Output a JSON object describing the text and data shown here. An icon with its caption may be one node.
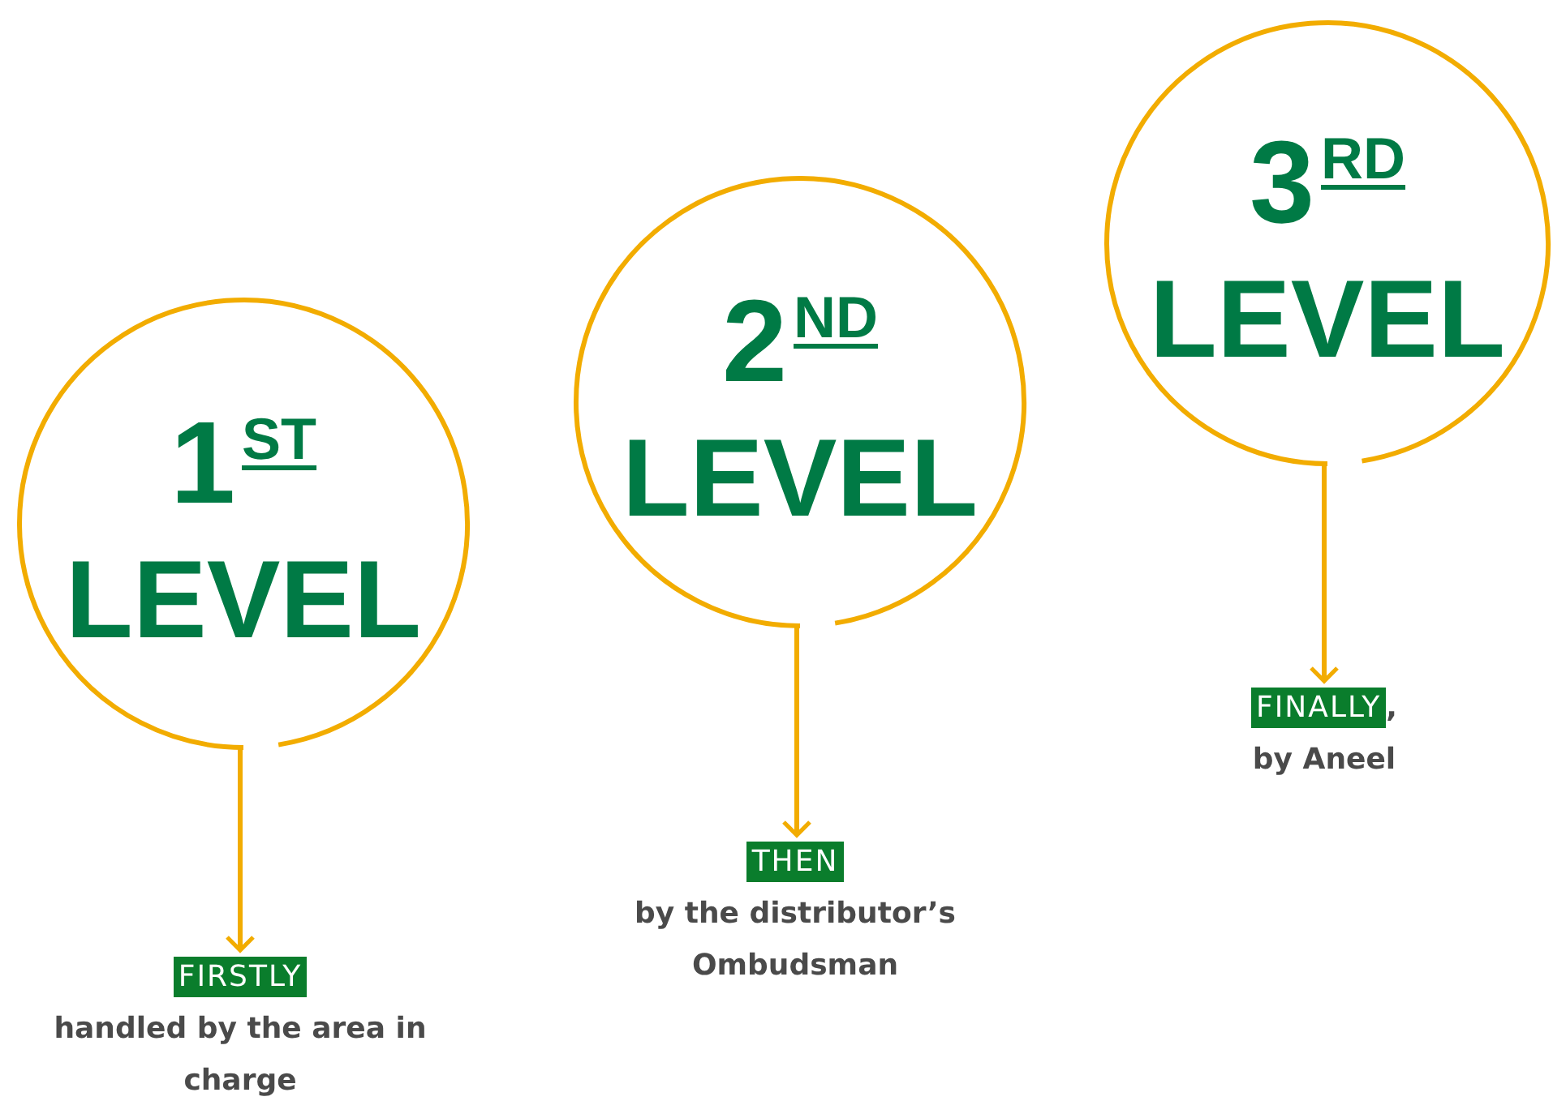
{
  "diagram": {
    "nodes": [
      {
        "text": [
          "1$^{ST}$",
          "LEVEL"
        ]
      },
      {
        "text": [
          "2$^{ND}$",
          "LEVEL"
        ]
      },
      {
        "text": [
          "3$^{RD}$",
          "LEVEL"
        ]
      },
      {
        "text": [
          "FIRSTLY",
          "handled by the area in charge"
        ]
      },
      {
        "text": [
          "THEN",
          "by the distributor’s Ombudsman"
        ]
      },
      {
        "text": [
          "FINALLY,",
          "by Aneel"
        ]
      }
    ],
    "edges": [
      {
        "from": 0,
        "to": 3,
        "arrow": "to"
      },
      {
        "from": 1,
        "to": 4,
        "arrow": "to"
      },
      {
        "from": 2,
        "to": 5,
        "arrow": "to"
      }
    ]
  }
}
